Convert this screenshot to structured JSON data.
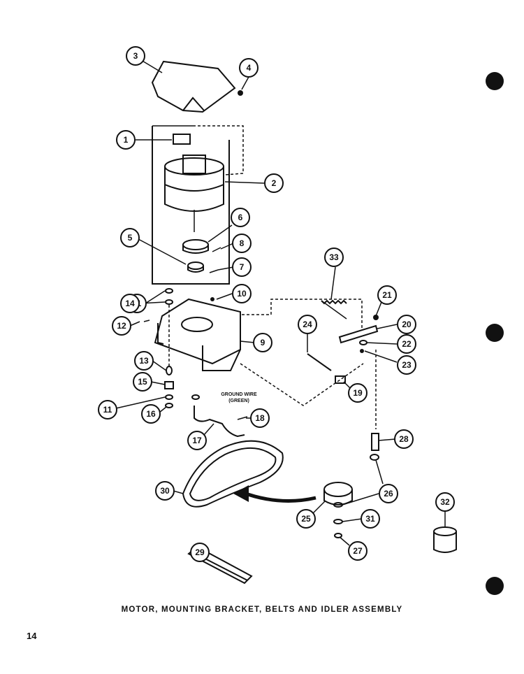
{
  "title": "MOTOR, MOUNTING BRACKET, BELTS AND IDLER ASSEMBLY",
  "page_number": "14",
  "ground_wire_label": [
    "GROUND WIRE",
    "(GREEN)"
  ],
  "callouts": [
    "1",
    "2",
    "3",
    "4",
    "5",
    "6",
    "7",
    "8",
    "9",
    "10",
    "11",
    "11",
    "12",
    "13",
    "14",
    "15",
    "16",
    "17",
    "18",
    "19",
    "20",
    "21",
    "22",
    "23",
    "24",
    "25",
    "26",
    "27",
    "28",
    "29",
    "30",
    "31",
    "32",
    "33"
  ]
}
